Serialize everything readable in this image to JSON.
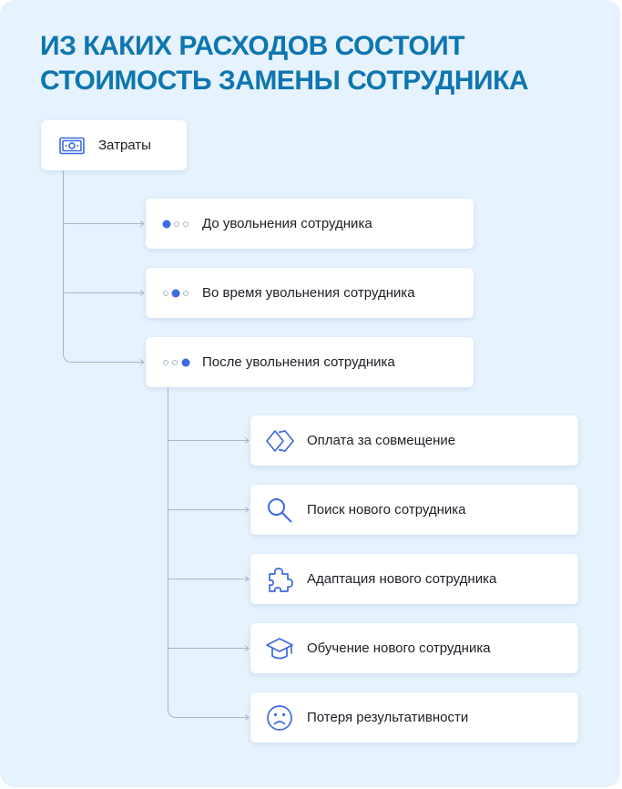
{
  "title": {
    "line1": "ИЗ КАКИХ РАСХОДОВ СОСТОИТ",
    "line2": "СТОИМОСТЬ ЗАМЕНЫ СОТРУДНИКА"
  },
  "colors": {
    "title": "#0d76b0",
    "accent": "#3f6ae0",
    "background": "#e6f2fd",
    "connector": "#a9b6c6"
  },
  "root": {
    "label": "Затраты",
    "icon": "money-icon"
  },
  "stages": [
    {
      "label": "До увольнения сотрудника",
      "icon": "progress-dots-icon",
      "active_dot": 1
    },
    {
      "label": "Во время увольнения сотрудника",
      "icon": "progress-dots-icon",
      "active_dot": 2
    },
    {
      "label": "После увольнения сотрудника",
      "icon": "progress-dots-icon",
      "active_dot": 3
    }
  ],
  "after_items": [
    {
      "label": "Оплата за совмещение",
      "icon": "combine-diamonds-icon"
    },
    {
      "label": "Поиск нового сотрудника",
      "icon": "search-icon"
    },
    {
      "label": "Адаптация нового сотрудника",
      "icon": "puzzle-icon"
    },
    {
      "label": "Обучение нового сотрудника",
      "icon": "graduation-cap-icon"
    },
    {
      "label": "Потеря результативности",
      "icon": "sad-face-icon"
    }
  ]
}
